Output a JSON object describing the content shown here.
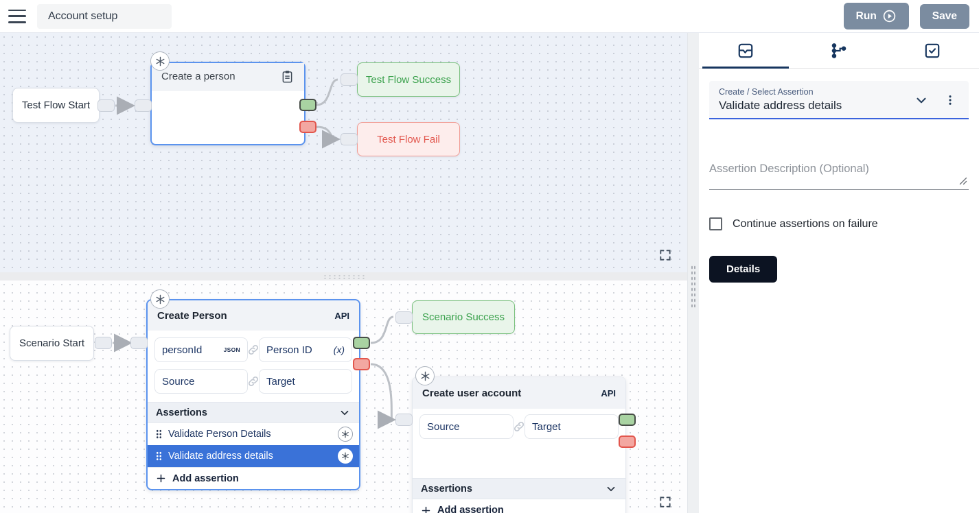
{
  "header": {
    "title": "Account setup",
    "run_label": "Run",
    "save_label": "Save"
  },
  "flow_top": {
    "start_label": "Test Flow Start",
    "node_title": "Create a person",
    "success_label": "Test Flow Success",
    "fail_label": "Test Flow Fail"
  },
  "flow_bottom": {
    "start_label": "Scenario Start",
    "success_label": "Scenario Success",
    "person": {
      "title": "Create Person",
      "tag": "API",
      "field_source_id": "personId",
      "field_source_id_type": "JSON",
      "field_target_id": "Person ID",
      "field_target_id_suffix": "(x)",
      "field_source": "Source",
      "field_target": "Target",
      "assertions_header": "Assertions",
      "assertions": [
        "Validate Person Details",
        "Validate address details"
      ],
      "add_assertion": "Add assertion"
    },
    "account": {
      "title": "Create user account",
      "tag": "API",
      "field_source": "Source",
      "field_target": "Target",
      "assertions_header": "Assertions",
      "add_assertion": "Add assertion"
    }
  },
  "panel": {
    "assertion_select": {
      "label": "Create / Select Assertion",
      "value": "Validate address details"
    },
    "description_placeholder": "Assertion Description (Optional)",
    "checkbox_label": "Continue assertions on failure",
    "details_label": "Details"
  },
  "colors": {
    "accent_blue": "#3b63dd",
    "selected_row_blue": "#3a72d8",
    "node_border_blue": "#5b93ee",
    "success_green": "#3aa14c",
    "fail_red": "#e2564d",
    "tab_navy": "#17365f",
    "toolbar_button_slate": "#7b8ca0",
    "details_button_black": "#0c1322"
  }
}
